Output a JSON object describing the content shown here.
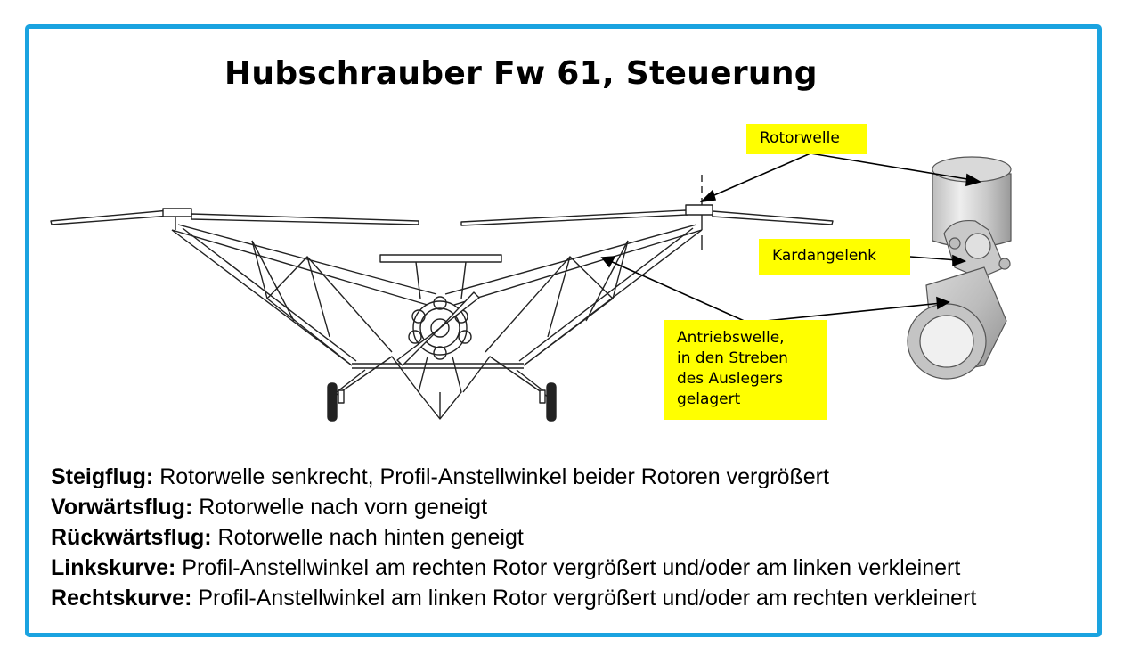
{
  "title": "Hubschrauber Fw 61, Steuerung",
  "callouts": {
    "rotorwelle": "Rotorwelle",
    "kardangelenk": "Kardangelenk",
    "antriebswelle_lines": [
      "Antriebswelle,",
      "in den Streben",
      "des Auslegers",
      "gelagert"
    ]
  },
  "controls": [
    {
      "term": "Steigflug:",
      "text": "Rotorwelle senkrecht, Profil-Anstellwinkel beider Rotoren vergrößert"
    },
    {
      "term": "Vorwärtsflug:",
      "text": "Rotorwelle nach vorn geneigt"
    },
    {
      "term": "Rückwärtsflug:",
      "text": "Rotorwelle nach hinten geneigt"
    },
    {
      "term": "Linkskurve:",
      "text": "Profil-Anstellwinkel am rechten Rotor vergrößert und/oder am linken verkleinert"
    },
    {
      "term": "Rechtskurve:",
      "text": "Profil-Anstellwinkel am linken Rotor vergrößert und/oder am rechten verkleinert"
    }
  ],
  "colors": {
    "frame": "#1aa3e0",
    "callout_bg": "#ffff00"
  }
}
